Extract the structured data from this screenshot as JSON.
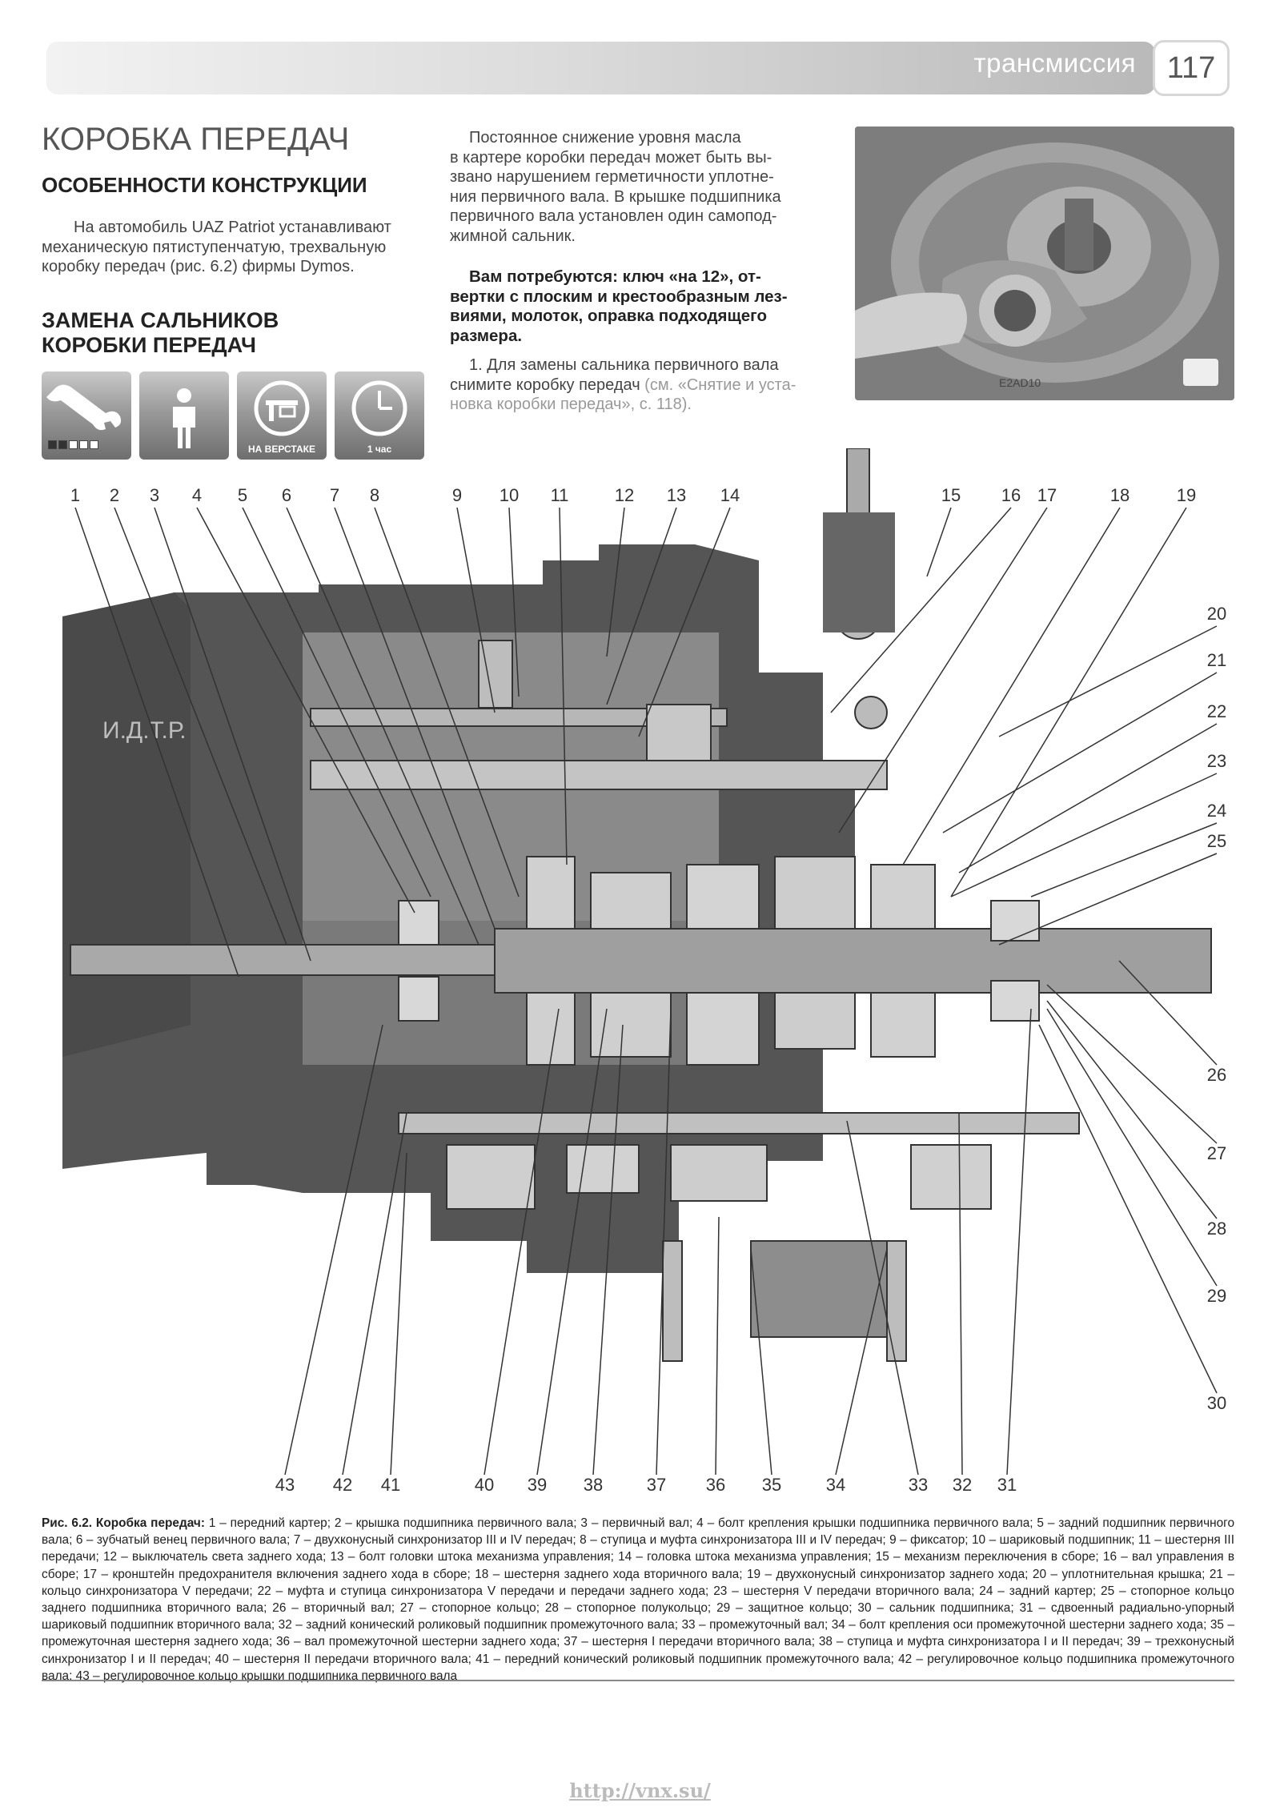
{
  "header": {
    "section": "трансмиссия",
    "page_number": "117"
  },
  "left_column": {
    "title": "КОРОБКА ПЕРЕДАЧ",
    "subtitle": "ОСОБЕННОСТИ КОНСТРУКЦИИ",
    "intro_lines": [
      "На автомобиль UAZ Patriot устанавливают",
      "механическую пятиступенчатую, трехвальную",
      "коробку передач (рис. 6.2) фирмы Dymos."
    ],
    "section2_line1": "ЗАМЕНА САЛЬНИКОВ",
    "section2_line2": "КОРОБКИ ПЕРЕДАЧ",
    "icons": {
      "difficulty_icon": "wrench-icon",
      "person_icon": "person-icon",
      "workbench_label": "НА ВЕРСТАКЕ",
      "time_label": "1 час"
    }
  },
  "middle_column": {
    "p1_lines": [
      "Постоянное снижение уровня масла",
      "в картере коробки передач может быть вы-",
      "звано нарушением герметичности уплотне-",
      "ния первичного вала. В крышке подшипника",
      "первичного вала установлен один самопод-",
      "жимной сальник."
    ],
    "tools_lines": [
      "Вам потребуются: ключ «на 12», от-",
      "вертки с плоским и крестообразным лез-",
      "виями, молоток, оправка подходящего",
      "размера."
    ],
    "step1_line1": "1. Для замены сальника первичного вала",
    "step1_line2_a": "снимите коробку передач",
    "step1_line2_b": " (см. «Снятие и уста-",
    "step1_line3": "новка коробки передач», с. 118)."
  },
  "photo": {
    "label": "E2AD10"
  },
  "diagram": {
    "watermark": "И.Д.Т.Р.",
    "top_numbers": [
      "1",
      "2",
      "3",
      "4",
      "5",
      "6",
      "7",
      "8",
      "9",
      "10",
      "11",
      "12",
      "13",
      "14",
      "15",
      "16",
      "17",
      "18",
      "19"
    ],
    "right_numbers": [
      "20",
      "21",
      "22",
      "23",
      "24",
      "25",
      "26",
      "27",
      "28",
      "29",
      "30"
    ],
    "bottom_numbers": [
      "43",
      "42",
      "41",
      "40",
      "39",
      "38",
      "37",
      "36",
      "35",
      "34",
      "33",
      "32",
      "31"
    ]
  },
  "caption": {
    "label": "Рис. 6.2. Коробка передач:",
    "text": " 1 – передний картер; 2 – крышка подшипника первичного вала; 3 – первичный вал; 4 – болт крепления крышки подшипника первичного вала; 5 – задний подшипник первичного вала; 6 – зубчатый венец первичного вала; 7 – двухконусный синхронизатор III и IV передач; 8 – ступица и муфта синхронизатора III и IV передач; 9 – фиксатор; 10 – шариковый подшипник; 11 – шестерня III передачи; 12 – выключатель света заднего хода; 13 – болт головки штока механизма управления; 14 – головка штока механизма управления; 15 – механизм переключения в сборе; 16 – вал управления в сборе; 17 – кронштейн предохранителя включения заднего хода в сборе; 18 – шестерня заднего хода вторичного вала; 19 – двухконусный синхронизатор заднего хода; 20 – уплотнительная крышка; 21 – кольцо синхронизатора V передачи; 22 – муфта и ступица синхронизатора V передачи и передачи заднего хода; 23 – шестерня V передачи вторичного вала; 24 – задний картер; 25 – стопорное кольцо заднего подшипника вторичного вала; 26 – вторичный вал; 27 – стопорное кольцо; 28 – стопорное полукольцо; 29 – защитное кольцо; 30 – сальник подшипника; 31 – сдвоенный радиально-упорный шариковый подшипник вторичного вала; 32 – задний конический роликовый подшипник промежуточного вала; 33 – промежуточный вал; 34 – болт крепления оси промежуточной шестерни заднего хода; 35 – промежуточная шестерня заднего хода; 36 – вал промежуточной шестерни заднего хода; 37 – шестерня I передачи вторичного вала; 38 – ступица и муфта синхронизатора I и II передач; 39 – трехконусный синхронизатор I и II передач; 40 – шестерня II передачи вторичного вала; 41 – передний конический роликовый подшипник промежуточного вала; 42 – регулировочное кольцо подшипника промежуточного вала; 43 – регулировочное кольцо крышки подшипника первичного вала"
  },
  "footer": {
    "url": "http://vnx.su/"
  }
}
